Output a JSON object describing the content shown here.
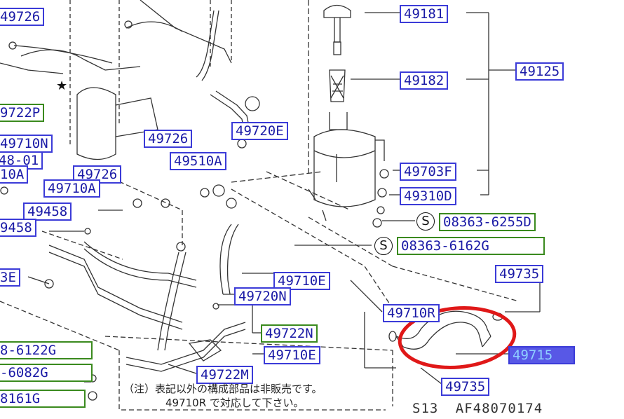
{
  "colors": {
    "label_blue": "#3b3bd8",
    "label_green": "#3a8a1e",
    "highlight_red": "#e01818",
    "selected_fill": "#5858e6"
  },
  "labels": {
    "p49181": "49181",
    "p49182": "49182",
    "p49125": "49125",
    "p49703F": "49703F",
    "p49310D": "49310D",
    "p08363_6255D": "08363-6255D",
    "p08363_6162G": "08363-6162G",
    "p49735_top": "49735",
    "p49715": "49715",
    "p49735_bottom": "49735",
    "p49710R": "49710R",
    "p49710E_a": "49710E",
    "p49720N": "49720N",
    "p49722N": "49722N",
    "p49710E_b": "49710E",
    "p49722M": "49722M",
    "p49720E": "49720E",
    "p49726_a": "49726",
    "p49510A": "49510A",
    "p49726_b": "49726",
    "p49710A_a": "49710A",
    "p49458_a": "49458",
    "p49722P": "9722P",
    "p49710N": "49710N",
    "p48_01": "48-01",
    "p10A": "10A",
    "p49458_b": "9458",
    "p3E": "3E",
    "p6122G": "8-6122G",
    "p6082G": "-6082G",
    "p8161G": "8161G",
    "p49726_top": "49726"
  },
  "symbols": {
    "s_circle_a": "S",
    "s_circle_b": "S",
    "star": "★"
  },
  "footnote": {
    "line1": "（注）表記以外の構成部品は非販売です。",
    "line2": "49710R で対応して下さい。"
  },
  "diagram_code": "S13 AF48070174"
}
